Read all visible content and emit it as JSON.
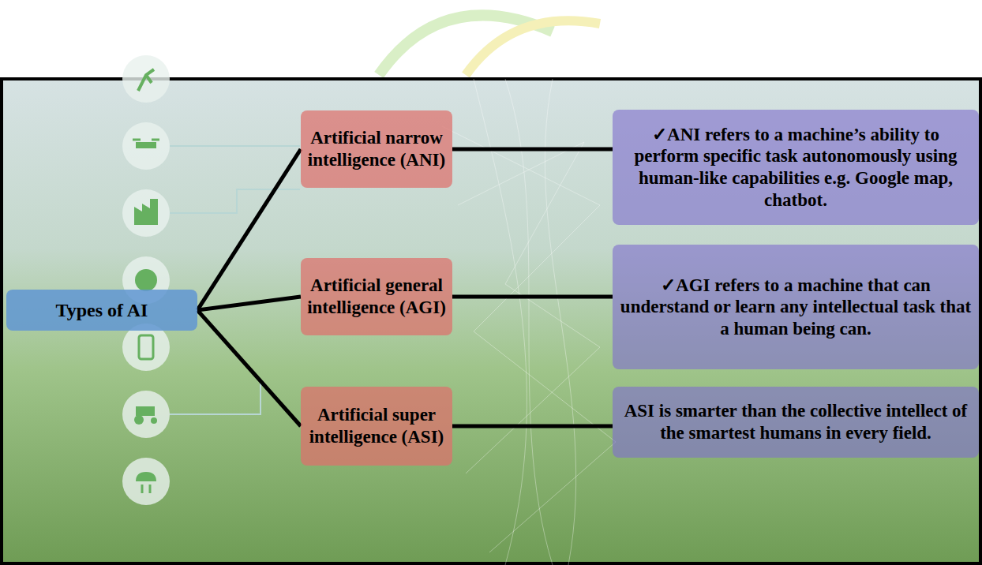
{
  "diagram": {
    "nodes": [
      {
        "text": [
          "Types of AI"
        ]
      },
      {
        "text": [
          "Artificial narrow intelligence (ANI)"
        ]
      },
      {
        "text": [
          "Artificial general intelligence (AGI)"
        ]
      },
      {
        "text": [
          "Artificial super intelligence (ASI)"
        ]
      },
      {
        "text": [
          "✓ANI refers to a machine’s ability to perform specific task autonomously using human-like capabilities e.g. Google map, chatbot."
        ]
      },
      {
        "text": [
          "✓AGI refers to a machine that can understand or learn any intellectual task that a human being can."
        ]
      },
      {
        "text": [
          "ASI is smarter than the collective intellect of the smartest humans in every field."
        ]
      }
    ],
    "edges": [
      {
        "from": 0,
        "to": 1,
        "arrow": "none"
      },
      {
        "from": 0,
        "to": 2,
        "arrow": "none"
      },
      {
        "from": 0,
        "to": 3,
        "arrow": "none"
      },
      {
        "from": 1,
        "to": 4,
        "arrow": "none"
      },
      {
        "from": 2,
        "to": 5,
        "arrow": "none"
      },
      {
        "from": 3,
        "to": 6,
        "arrow": "none"
      }
    ]
  }
}
